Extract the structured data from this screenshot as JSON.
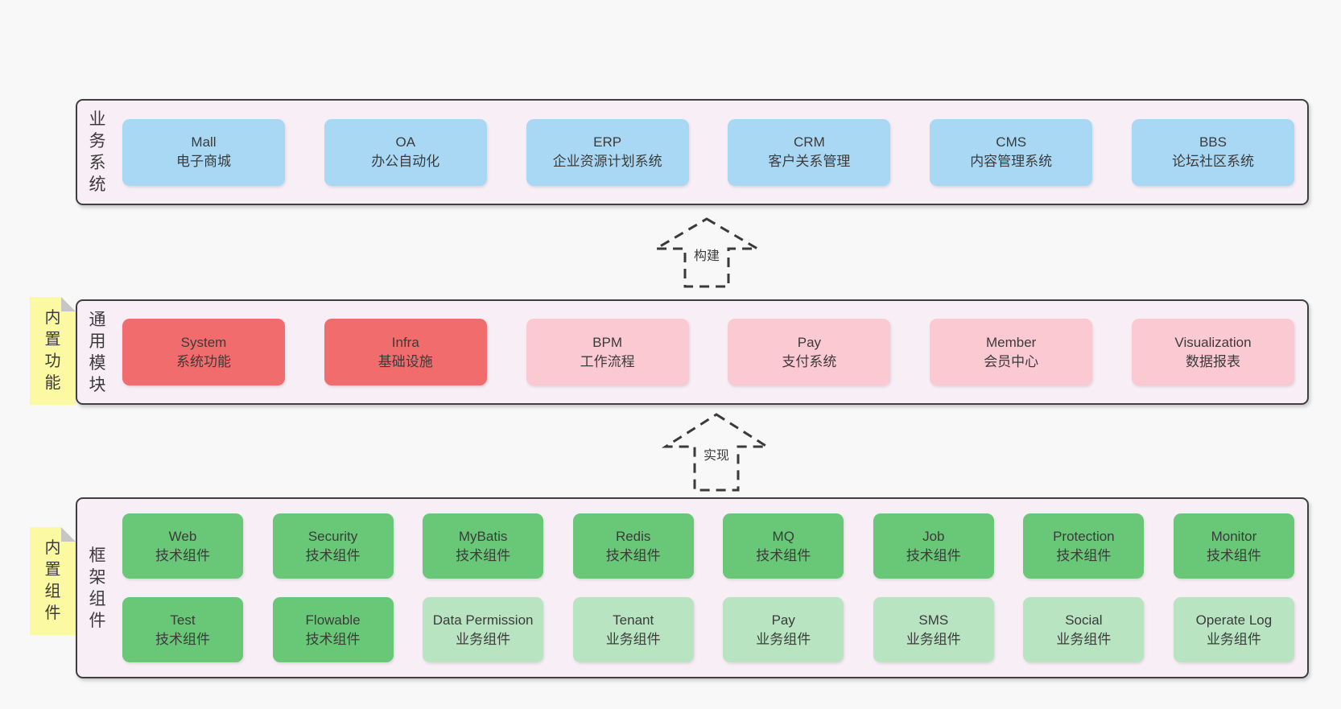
{
  "diagram": {
    "arrows": [
      {
        "label": "构建"
      },
      {
        "label": "实现"
      }
    ],
    "layers": {
      "business": {
        "side_label": "业务系统",
        "boxes": [
          {
            "en": "Mall",
            "zh": "电子商城",
            "variant": "blue"
          },
          {
            "en": "OA",
            "zh": "办公自动化",
            "variant": "blue"
          },
          {
            "en": "ERP",
            "zh": "企业资源计划系统",
            "variant": "blue"
          },
          {
            "en": "CRM",
            "zh": "客户关系管理",
            "variant": "blue"
          },
          {
            "en": "CMS",
            "zh": "内容管理系统",
            "variant": "blue"
          },
          {
            "en": "BBS",
            "zh": "论坛社区系统",
            "variant": "blue"
          }
        ]
      },
      "modules": {
        "side_label": "通用模块",
        "tag": "内置功能",
        "boxes": [
          {
            "en": "System",
            "zh": "系统功能",
            "variant": "red"
          },
          {
            "en": "Infra",
            "zh": "基础设施",
            "variant": "red"
          },
          {
            "en": "BPM",
            "zh": "工作流程",
            "variant": "pink"
          },
          {
            "en": "Pay",
            "zh": "支付系统",
            "variant": "pink"
          },
          {
            "en": "Member",
            "zh": "会员中心",
            "variant": "pink"
          },
          {
            "en": "Visualization",
            "zh": "数据报表",
            "variant": "pink"
          }
        ]
      },
      "components": {
        "side_label": "框架组件",
        "tag": "内置组件",
        "row1": [
          {
            "en": "Web",
            "zh": "技术组件",
            "variant": "green"
          },
          {
            "en": "Security",
            "zh": "技术组件",
            "variant": "green"
          },
          {
            "en": "MyBatis",
            "zh": "技术组件",
            "variant": "green"
          },
          {
            "en": "Redis",
            "zh": "技术组件",
            "variant": "green"
          },
          {
            "en": "MQ",
            "zh": "技术组件",
            "variant": "green"
          },
          {
            "en": "Job",
            "zh": "技术组件",
            "variant": "green"
          },
          {
            "en": "Protection",
            "zh": "技术组件",
            "variant": "green"
          },
          {
            "en": "Monitor",
            "zh": "技术组件",
            "variant": "green"
          }
        ],
        "row2": [
          {
            "en": "Test",
            "zh": "技术组件",
            "variant": "green"
          },
          {
            "en": "Flowable",
            "zh": "技术组件",
            "variant": "green"
          },
          {
            "en": "Data Permission",
            "zh": "业务组件",
            "variant": "lightgreen"
          },
          {
            "en": "Tenant",
            "zh": "业务组件",
            "variant": "lightgreen"
          },
          {
            "en": "Pay",
            "zh": "业务组件",
            "variant": "lightgreen"
          },
          {
            "en": "SMS",
            "zh": "业务组件",
            "variant": "lightgreen"
          },
          {
            "en": "Social",
            "zh": "业务组件",
            "variant": "lightgreen"
          },
          {
            "en": "Operate Log",
            "zh": "业务组件",
            "variant": "lightgreen"
          }
        ]
      }
    },
    "colors": {
      "background": "#f8f8f8",
      "panel_fill": "#f8eef6",
      "panel_border": "#3f3f3f",
      "blue": "#a9d8f5",
      "red": "#f16c6c",
      "pink": "#fbc9d2",
      "green": "#69c778",
      "light_green": "#b8e4c1",
      "tag_yellow": "#fbf9a2",
      "fold_gray": "#c6c6c6",
      "text": "#3b3b3b"
    }
  }
}
